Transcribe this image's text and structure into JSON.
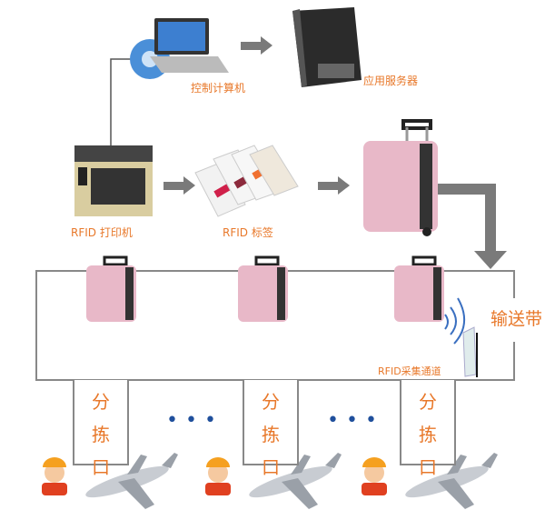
{
  "labels": {
    "computer": "控制计算机",
    "server": "应用服务器",
    "printer": "RFID 打印机",
    "tag": "RFID 标签",
    "conveyor": "输送带",
    "channel": "RFID采集通道",
    "chute": [
      "分",
      "拣",
      "口"
    ]
  },
  "dots": "•••",
  "colors": {
    "accent": "#e8782a",
    "line": "#888888",
    "arrow": "#7a7a7a",
    "suitcase": "#e8b8c8"
  }
}
